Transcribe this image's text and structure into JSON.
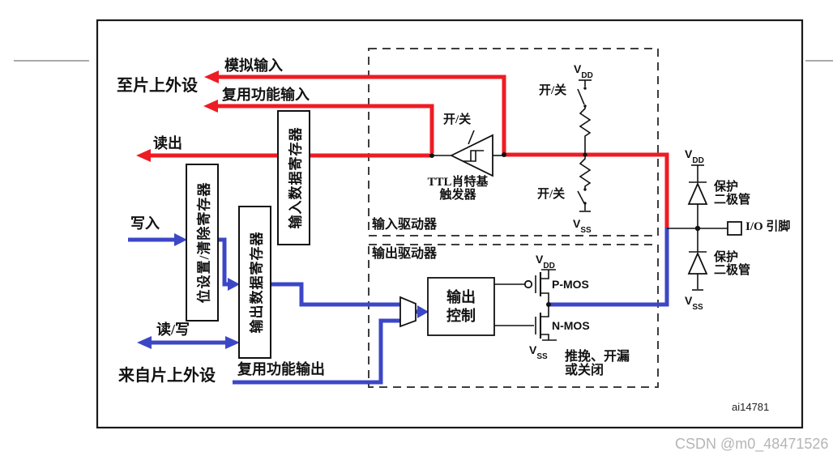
{
  "colors": {
    "red": "#ed1c24",
    "blue": "#3c47c6"
  },
  "watermark": "CSDN @m0_48471526",
  "figure_id": "ai14781",
  "left": {
    "to_peripheral": "至片上外设",
    "from_peripheral": "来自片上外设",
    "analog_input": "模拟输入",
    "af_input": "复用功能输入",
    "read": "读出",
    "write": "写入",
    "read_write": "读/写",
    "af_output": "复用功能输出"
  },
  "registers": {
    "bit_set_clear": "位设置/清除寄存器",
    "input_data": "输入数据寄存器",
    "output_data": "输出数据寄存器"
  },
  "input_driver": {
    "title": "输入驱动器",
    "on_off": "开/关",
    "schmitt_line1": "TTL肖特基",
    "schmitt_line2": "触发器",
    "pull_on_off_top": "开/关",
    "pull_on_off_bottom": "开/关"
  },
  "output_driver": {
    "title": "输出驱动器",
    "control_line1": "输出",
    "control_line2": "控制",
    "pmos": "P-MOS",
    "nmos": "N-MOS",
    "mode_line1": "推挽、开漏",
    "mode_line2": "或关闭"
  },
  "right": {
    "protect_top_line1": "保护",
    "protect_top_line2": "二极管",
    "protect_bottom_line1": "保护",
    "protect_bottom_line2": "二极管",
    "io_pin": "I/O 引脚"
  },
  "symbols": {
    "v": "V",
    "dd": "DD",
    "ss": "SS"
  }
}
